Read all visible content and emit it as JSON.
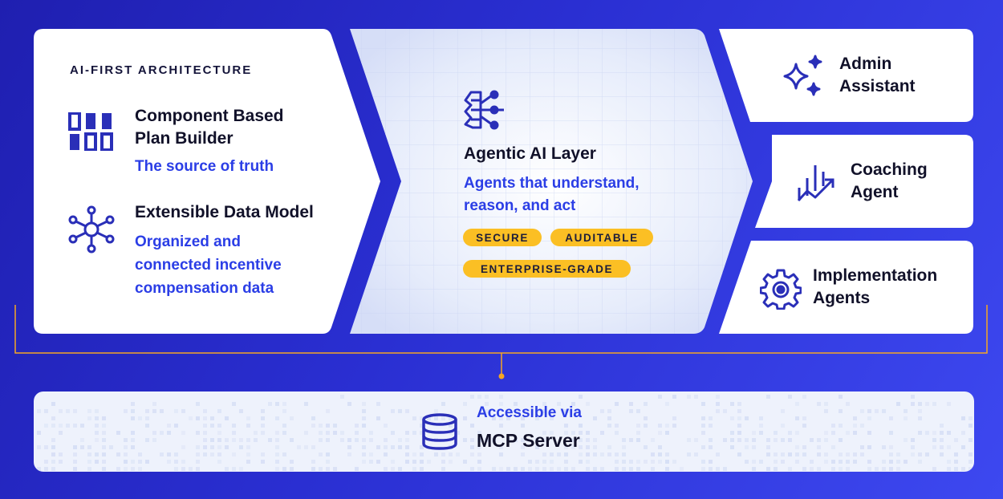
{
  "architecture": {
    "kicker": "AI-FIRST ARCHITECTURE",
    "components": [
      {
        "icon": "grid-blocks-icon",
        "title_line1": "Component Based",
        "title_line2": "Plan Builder",
        "subtitle_lines": [
          "The source of truth"
        ]
      },
      {
        "icon": "network-hub-icon",
        "title_line1": "Extensible Data Model",
        "title_line2": "",
        "subtitle_lines": [
          "Organized and",
          "connected incentive",
          "compensation data"
        ]
      }
    ]
  },
  "agentic_layer": {
    "icon": "ai-brain-circuit-icon",
    "title": "Agentic AI Layer",
    "subtitle_lines": [
      "Agents that understand,",
      "reason, and act"
    ],
    "badges": [
      "SECURE",
      "AUDITABLE",
      "ENTERPRISE-GRADE"
    ]
  },
  "agents": [
    {
      "icon": "sparkles-icon",
      "line1": "Admin",
      "line2": "Assistant"
    },
    {
      "icon": "chart-trend-icon",
      "line1": "Coaching",
      "line2": "Agent"
    },
    {
      "icon": "gear-icon",
      "line1": "Implementation",
      "line2": "Agents"
    }
  ],
  "mcp": {
    "icon": "database-icon",
    "line1": "Accessible via",
    "line2": "MCP Server"
  },
  "colors": {
    "background": "#2a2fd2",
    "accent_blue": "#2b3ee6",
    "badge_yellow": "#fbbf24",
    "connector_line": "#f5a623",
    "text_dark": "#111129"
  }
}
